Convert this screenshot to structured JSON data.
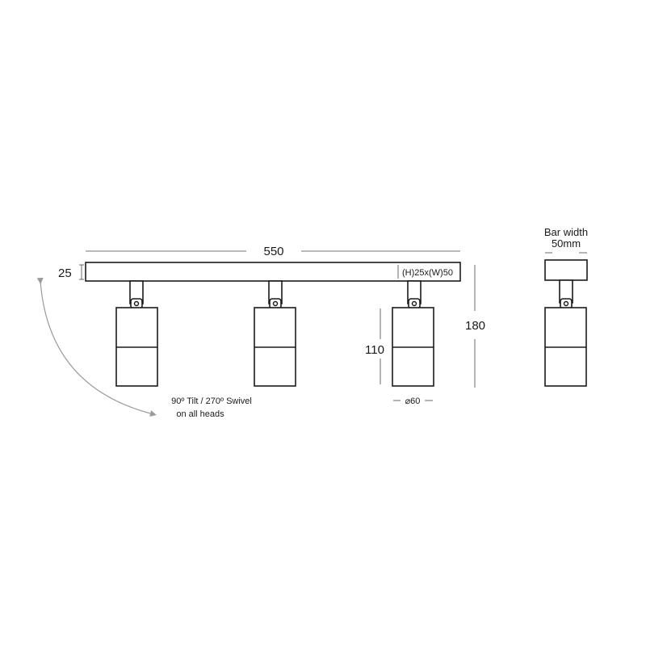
{
  "dimensions": {
    "bar_length": "550",
    "bar_height": "25",
    "bar_section": "(H)25x(W)50",
    "head_height": "110",
    "head_diameter": "⌀60",
    "overall_height": "180"
  },
  "side_view": {
    "title_line1": "Bar width",
    "title_line2": "50mm"
  },
  "annotation": {
    "line1": "90º Tilt / 270º Swivel",
    "line2": "on all heads"
  },
  "colors": {
    "line": "#1a1a1a",
    "arc": "#9a9a9a"
  }
}
